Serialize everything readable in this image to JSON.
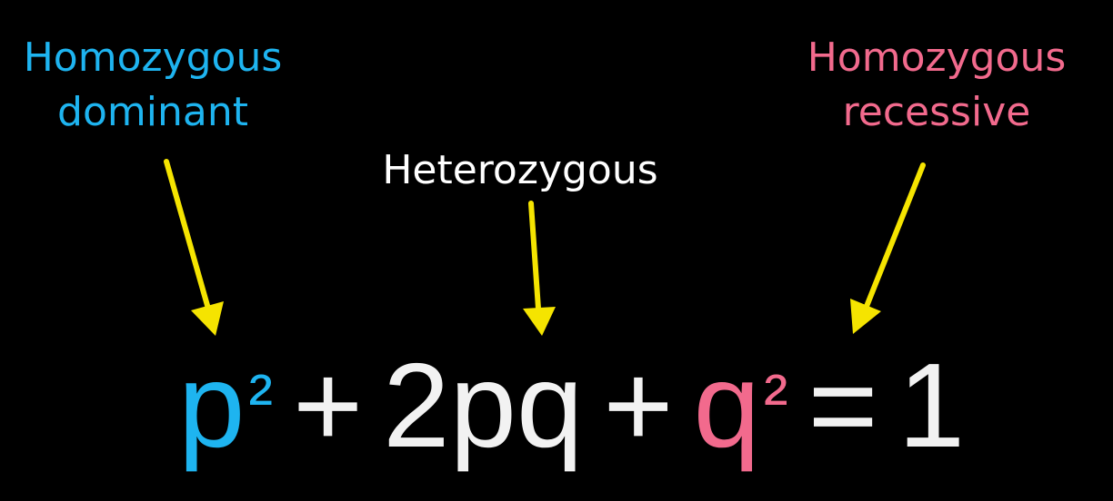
{
  "labels": {
    "dominant": {
      "line1": "Homozygous",
      "line2": "dominant"
    },
    "heterozygous": {
      "line1": "Heterozygous"
    },
    "recessive": {
      "line1": "Homozygous",
      "line2": "recessive"
    }
  },
  "equation": {
    "p_term": "p",
    "p_exponent": "²",
    "plus_1": "+",
    "middle_term": "2pq",
    "plus_2": "+",
    "q_term": "q",
    "q_exponent": "²",
    "equals": "=",
    "result": "1"
  },
  "colors": {
    "background": "#000000",
    "dominant": "#1eb4f0",
    "heterozygous": "#ffffff",
    "recessive": "#f26a8d",
    "arrow": "#f5e400",
    "equation_neutral": "#f2f2f2"
  }
}
